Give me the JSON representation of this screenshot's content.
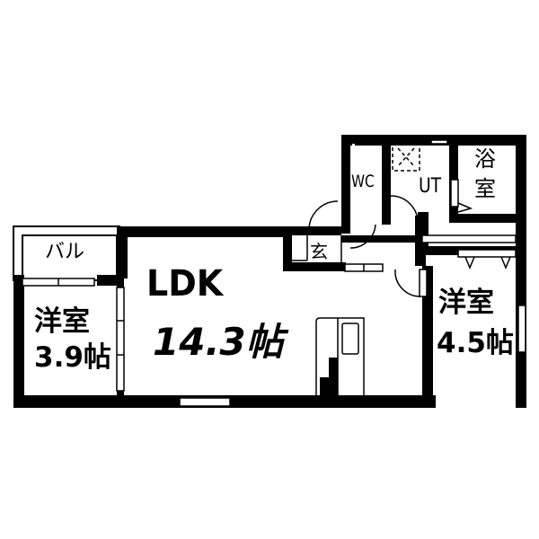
{
  "floor_plan": {
    "rooms": {
      "ldk": {
        "name": "LDK",
        "size": "14.3帖"
      },
      "western_room_1": {
        "name": "洋室",
        "size": "3.9帖"
      },
      "western_room_2": {
        "name": "洋室",
        "size": "4.5帖"
      },
      "balcony": {
        "name": "バル"
      },
      "toilet": {
        "name": "WC"
      },
      "utility": {
        "name": "UT"
      },
      "bathroom": {
        "name_line1": "浴",
        "name_line2": "室"
      },
      "entrance": {
        "name": "玄"
      }
    },
    "colors": {
      "wall": "#000000",
      "background": "#ffffff"
    }
  }
}
